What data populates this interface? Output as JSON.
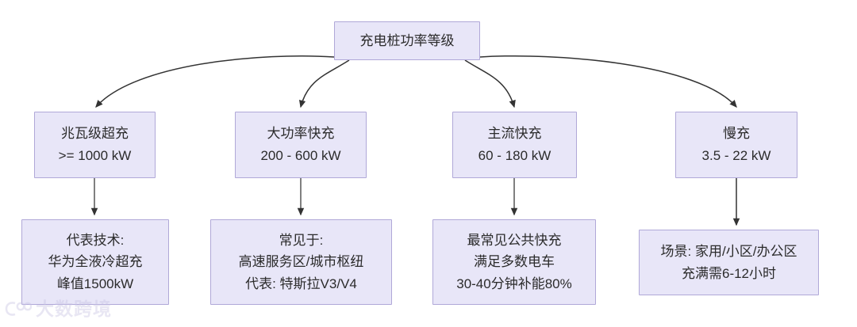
{
  "diagram": {
    "title": "充电桩功率等级",
    "theme": {
      "node_fill": "#e8e6f8",
      "node_border": "#b0a8d8",
      "edge_color": "#333333",
      "text_color": "#2b2b2b",
      "background": "#ffffff"
    },
    "root": {
      "id": "root",
      "lines": [
        "充电桩功率等级"
      ]
    },
    "levels": [
      {
        "name": "power-tiers",
        "nodes": [
          {
            "id": "tier-megawatt",
            "lines": [
              "兆瓦级超充",
              ">= 1000 kW"
            ]
          },
          {
            "id": "tier-high-power",
            "lines": [
              "大功率快充",
              "200 - 600 kW"
            ]
          },
          {
            "id": "tier-mainstream",
            "lines": [
              "主流快充",
              "60 - 180 kW"
            ]
          },
          {
            "id": "tier-slow",
            "lines": [
              "慢充",
              "3.5 - 22 kW"
            ]
          }
        ]
      },
      {
        "name": "tier-details",
        "nodes": [
          {
            "id": "detail-megawatt",
            "lines": [
              "代表技术:",
              "华为全液冷超充",
              "峰值1500kW"
            ]
          },
          {
            "id": "detail-high-power",
            "lines": [
              "常见于:",
              "高速服务区/城市枢纽",
              "代表: 特斯拉V3/V4"
            ]
          },
          {
            "id": "detail-mainstream",
            "lines": [
              "最常见公共快充",
              "满足多数电车",
              "30-40分钟补能80%"
            ]
          },
          {
            "id": "detail-slow",
            "lines": [
              "场景: 家用/小区/办公区",
              "充满需6-12小时"
            ]
          }
        ]
      }
    ],
    "edges": [
      {
        "from": "root",
        "to": "tier-megawatt",
        "style": "curved"
      },
      {
        "from": "root",
        "to": "tier-high-power",
        "style": "curved"
      },
      {
        "from": "root",
        "to": "tier-mainstream",
        "style": "curved"
      },
      {
        "from": "root",
        "to": "tier-slow",
        "style": "curved"
      },
      {
        "from": "tier-megawatt",
        "to": "detail-megawatt",
        "style": "straight"
      },
      {
        "from": "tier-high-power",
        "to": "detail-high-power",
        "style": "straight"
      },
      {
        "from": "tier-mainstream",
        "to": "detail-mainstream",
        "style": "straight"
      },
      {
        "from": "tier-slow",
        "to": "detail-slow",
        "style": "straight"
      }
    ]
  },
  "watermark": {
    "text": "大数跨境",
    "icon": "brand-logo-icon"
  }
}
